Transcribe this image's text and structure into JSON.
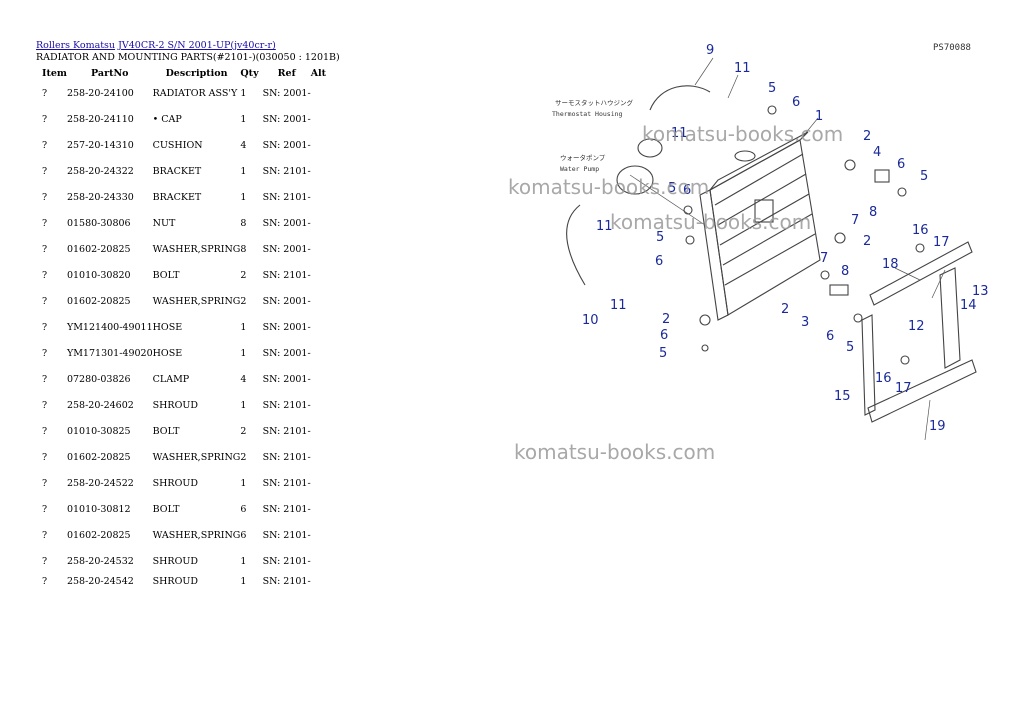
{
  "breadcrumb": {
    "link1": "Rollers Komatsu",
    "link2": "JV40CR-2 S/N 2001-UP(jv40cr-r)"
  },
  "subtitle": "RADIATOR AND MOUNTING PARTS(#2101-)(030050 : 1201B)",
  "table": {
    "headers": [
      "Item",
      "PartNo",
      "Description",
      "Qty",
      "Ref",
      "Alt"
    ],
    "rows": [
      [
        "?",
        "258-20-24100",
        "RADIATOR ASS'Y",
        "1",
        "SN: 2001-",
        ""
      ],
      [
        "?",
        "258-20-24110",
        "• CAP",
        "1",
        "SN: 2001-",
        ""
      ],
      [
        "?",
        "257-20-14310",
        "CUSHION",
        "4",
        "SN: 2001-",
        ""
      ],
      [
        "?",
        "258-20-24322",
        "BRACKET",
        "1",
        "SN: 2101-",
        ""
      ],
      [
        "?",
        "258-20-24330",
        "BRACKET",
        "1",
        "SN: 2101-",
        ""
      ],
      [
        "?",
        "01580-30806",
        "NUT",
        "8",
        "SN: 2001-",
        ""
      ],
      [
        "?",
        "01602-20825",
        "WASHER,SPRING",
        "8",
        "SN: 2001-",
        ""
      ],
      [
        "?",
        "01010-30820",
        "BOLT",
        "2",
        "SN: 2101-",
        ""
      ],
      [
        "?",
        "01602-20825",
        "WASHER,SPRING",
        "2",
        "SN: 2001-",
        ""
      ],
      [
        "?",
        "YM121400-49011",
        "HOSE",
        "1",
        "SN: 2001-",
        ""
      ],
      [
        "?",
        "YM171301-49020",
        "HOSE",
        "1",
        "SN: 2001-",
        ""
      ],
      [
        "?",
        "07280-03826",
        "CLAMP",
        "4",
        "SN: 2001-",
        ""
      ],
      [
        "?",
        "258-20-24602",
        "SHROUD",
        "1",
        "SN: 2101-",
        ""
      ],
      [
        "?",
        "01010-30825",
        "BOLT",
        "2",
        "SN: 2101-",
        ""
      ],
      [
        "?",
        "01602-20825",
        "WASHER,SPRING",
        "2",
        "SN: 2101-",
        ""
      ],
      [
        "?",
        "258-20-24522",
        "SHROUD",
        "1",
        "SN: 2101-",
        ""
      ],
      [
        "?",
        "01010-30812",
        "BOLT",
        "6",
        "SN: 2101-",
        ""
      ],
      [
        "?",
        "01602-20825",
        "WASHER,SPRING",
        "6",
        "SN: 2101-",
        ""
      ],
      [
        "?",
        "258-20-24532",
        "SHROUD",
        "1",
        "SN: 2101-",
        ""
      ],
      [
        "?",
        "258-20-24542",
        "SHROUD",
        "1",
        "SN: 2101-",
        ""
      ]
    ]
  },
  "diagram": {
    "code": "PS70088",
    "label_thermostat_jp": "サーモスタットハウジング",
    "label_thermostat": "Thermostat Housing",
    "label_pump_jp": "ウォータポンプ",
    "label_pump": "Water Pump",
    "callouts": [
      "9",
      "11",
      "5",
      "6",
      "1",
      "11",
      "2",
      "4",
      "6",
      "5",
      "5",
      "6",
      "8",
      "11",
      "7",
      "5",
      "2",
      "6",
      "16",
      "17",
      "7",
      "8",
      "18",
      "13",
      "10",
      "11",
      "2",
      "14",
      "3",
      "12",
      "2",
      "6",
      "6",
      "5",
      "5",
      "16",
      "15",
      "17",
      "19"
    ]
  },
  "watermark": "komatsu-books.com"
}
